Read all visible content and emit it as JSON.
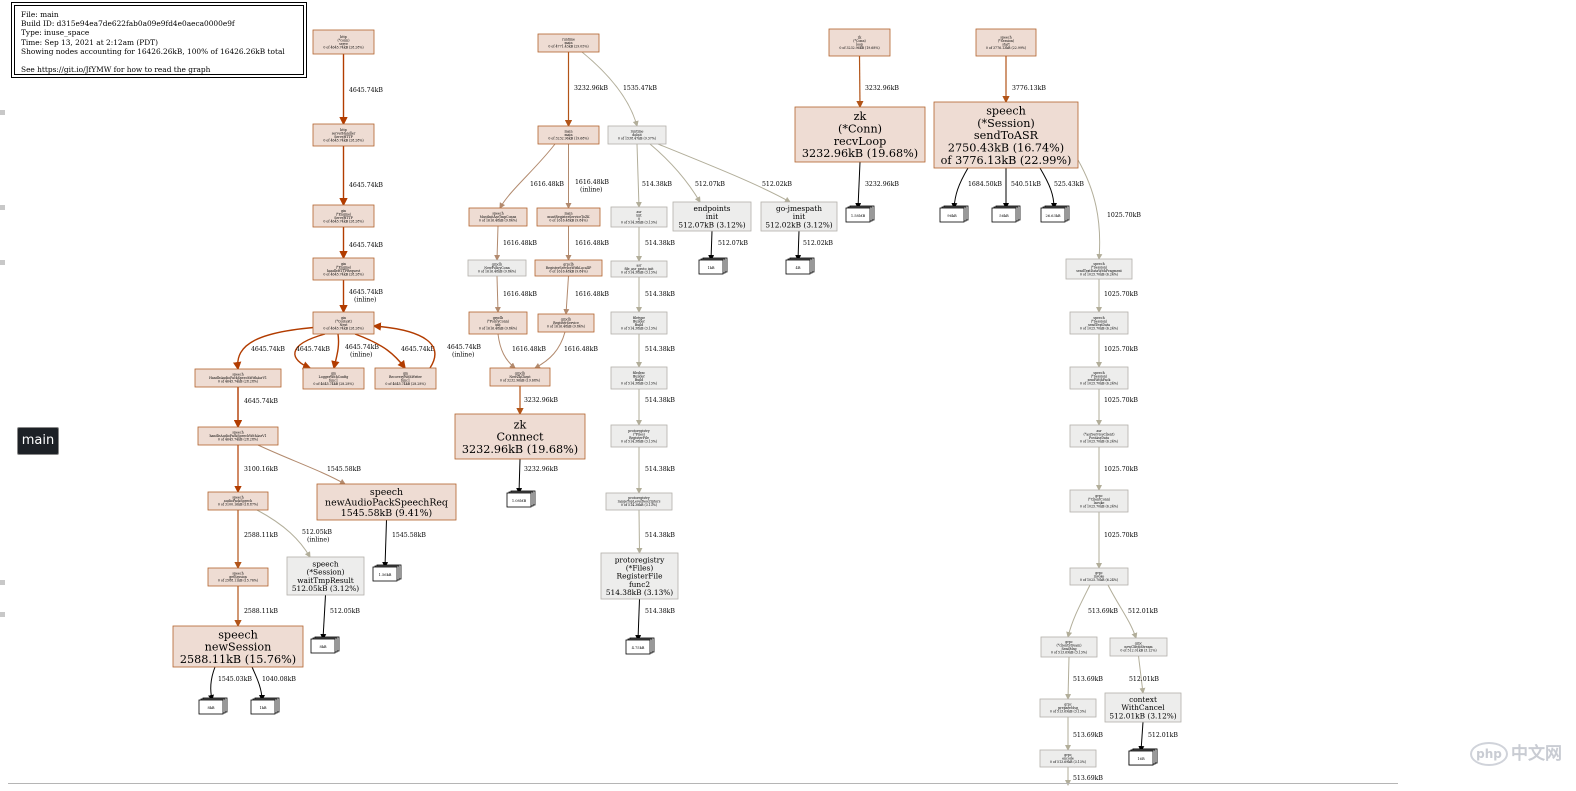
{
  "legend": {
    "file": "File: main",
    "build_id": "Build ID: d315e94ea7de622fab0a09e9fd4e0aeca0000e9f",
    "type": "Type: inuse_space",
    "time": "Time: Sep 13, 2021 at 2:12am (PDT)",
    "showing": "Showing nodes accounting for 16426.26kB, 100% of 16426.26kB total",
    "help": "See https://git.io/JfYMW for how to read the graph"
  },
  "tooltip": {
    "label": "main"
  },
  "watermark": {
    "logo": "php",
    "text": "中文网"
  },
  "graph": {
    "node_colors": {
      "hot": "#eedcd3",
      "hot_border": "#b2622c",
      "cool": "#ededec",
      "cool_border": "#b2b0aa",
      "mid_border": "#b27a5a"
    },
    "edge_colors": {
      "hot": "#b23c00",
      "warm": "#b25418",
      "mid": "#b28a6e",
      "cool": "#b2ae9a"
    },
    "nodes": [
      {
        "id": "n1",
        "lines": [
          "http",
          "(*conn)",
          "serve",
          "0 of 4645.74kB (28.28%)"
        ]
      },
      {
        "id": "n2",
        "lines": [
          "http",
          "serverHandler",
          "ServeHTTP",
          "0 of 4645.74kB (28.28%)"
        ]
      },
      {
        "id": "n3",
        "lines": [
          "gin",
          "(*Engine)",
          "ServeHTTP",
          "0 of 4645.74kB (28.28%)"
        ]
      },
      {
        "id": "n4",
        "lines": [
          "gin",
          "(*Engine)",
          "handleHTTPRequest",
          "0 of 4645.74kB (28.28%)"
        ]
      },
      {
        "id": "n5",
        "lines": [
          "gin",
          "(*Context)",
          "Next",
          "0 of 4645.74kB (28.28%)"
        ]
      },
      {
        "id": "n6",
        "lines": [
          "speech",
          "HandleAudioPackSpeechWithAsrV1",
          "0 of 4645.74kB (28.28%)"
        ]
      },
      {
        "id": "n7",
        "lines": [
          "gin",
          "LoggerWithConfig",
          "func1",
          "0 of 4645.74kB (28.28%)"
        ]
      },
      {
        "id": "n8",
        "lines": [
          "gin",
          "RecoveryWithWriter",
          "func1",
          "0 of 4645.74kB (28.28%)"
        ]
      },
      {
        "id": "n9",
        "lines": [
          "speech",
          "handleAudioPackSpeechWithAsrV1",
          "0 of 4645.74kB (28.28%)"
        ]
      },
      {
        "id": "n10",
        "lines": [
          "speech",
          "audioPackSpeech",
          "0 of 3100.16kB (18.87%)"
        ]
      },
      {
        "id": "n11",
        "lines": [
          "speech",
          "newAudioPackSpeechReq",
          "1545.58kB (9.41%)"
        ]
      },
      {
        "id": "n12",
        "lines": [
          "speech",
          "getSession",
          "0 of 2588.11kB (15.76%)"
        ]
      },
      {
        "id": "n13",
        "lines": [
          "speech",
          "(*Session)",
          "waitTmpResult",
          "512.05kB (3.12%)"
        ]
      },
      {
        "id": "n14",
        "lines": [
          "speech",
          "newSession",
          "2588.11kB (15.76%)"
        ]
      },
      {
        "id": "n15",
        "lines": [
          "runtime",
          "main",
          "0 of 4771.43kB (29.05%)"
        ]
      },
      {
        "id": "n16",
        "lines": [
          "main",
          "main",
          "0 of 3232.96kB (19.68%)"
        ]
      },
      {
        "id": "n17",
        "lines": [
          "runtime",
          "doInit",
          "0 of 1538.47kB (9.37%)"
        ]
      },
      {
        "id": "n18",
        "lines": [
          "speech",
          "MustInitAsrTmpConns",
          "0 of 1616.48kB (9.84%)"
        ]
      },
      {
        "id": "n19",
        "lines": [
          "main",
          "mustRegisterServiceToZK",
          "0 of 1616.48kB (9.84%)"
        ]
      },
      {
        "id": "n20",
        "lines": [
          "grpclb",
          "NewPolicyConn",
          "0 of 1616.48kB (9.84%)"
        ]
      },
      {
        "id": "n21",
        "lines": [
          "grpclb",
          "RegisterServiceWithLocalIP",
          "0 of 1616.48kB (9.84%)"
        ]
      },
      {
        "id": "n22",
        "lines": [
          "grpclb",
          "(*PolicyConn)",
          "init",
          "0 of 1616.48kB (9.84%)"
        ]
      },
      {
        "id": "n23",
        "lines": [
          "grpclb",
          "RegisterService",
          "0 of 1616.48kB (9.84%)"
        ]
      },
      {
        "id": "n24",
        "lines": [
          "grpclb",
          "NewZkClient",
          "0 of 3232.96kB (19.68%)"
        ]
      },
      {
        "id": "n25",
        "lines": [
          "zk",
          "Connect",
          "3232.96kB (19.68%)"
        ]
      },
      {
        "id": "n26",
        "lines": [
          "asr",
          "init",
          "0",
          "0 of 514.38kB (3.13%)"
        ]
      },
      {
        "id": "n27",
        "lines": [
          "asr",
          "file_asr_proto_init",
          "0 of 514.38kB (3.13%)"
        ]
      },
      {
        "id": "n28",
        "lines": [
          "filetype",
          "Builder",
          "Build",
          "0 of 514.38kB (3.13%)"
        ]
      },
      {
        "id": "n29",
        "lines": [
          "filedesc",
          "Builder",
          "Build",
          "0 of 514.38kB (3.13%)"
        ]
      },
      {
        "id": "n30",
        "lines": [
          "protoregistry",
          "(*Files)",
          "RegisterFile",
          "0 of 514.38kB (3.13%)"
        ]
      },
      {
        "id": "n31",
        "lines": [
          "protoregistry",
          "rangeTopLevelDescriptors",
          "0 of 514.38kB (3.13%)"
        ]
      },
      {
        "id": "n32",
        "lines": [
          "protoregistry",
          "(*Files)",
          "RegisterFile",
          "func2",
          "514.38kB (3.13%)"
        ]
      },
      {
        "id": "n33",
        "lines": [
          "endpoints",
          "init",
          "512.07kB (3.12%)"
        ]
      },
      {
        "id": "n34",
        "lines": [
          "go-jmespath",
          "init",
          "512.02kB (3.12%)"
        ]
      },
      {
        "id": "n35",
        "lines": [
          "zk",
          "(*Conn)",
          "loop",
          "0 of 3232.96kB (19.68%)"
        ]
      },
      {
        "id": "n36",
        "lines": [
          "zk",
          "(*Conn)",
          "recvLoop",
          "3232.96kB (19.68%)"
        ]
      },
      {
        "id": "n37",
        "lines": [
          "speech",
          "(*Session)",
          "start",
          "0 of 3776.13kB (22.99%)"
        ]
      },
      {
        "id": "n38",
        "lines": [
          "speech",
          "(*Session)",
          "sendToASR",
          "2750.43kB (16.74%)",
          "of 3776.13kB (22.99%)"
        ]
      },
      {
        "id": "n39",
        "lines": [
          "speech",
          "(*Session)",
          "sendTextDataWithFragment",
          "0 of 1025.70kB (6.24%)"
        ]
      },
      {
        "id": "n40",
        "lines": [
          "speech",
          "(*Session)",
          "sendTextData",
          "0 of 1025.70kB (6.24%)"
        ]
      },
      {
        "id": "n41",
        "lines": [
          "speech",
          "(*Session)",
          "sendWithPack",
          "0 of 1025.70kB (6.24%)"
        ]
      },
      {
        "id": "n42",
        "lines": [
          "asr",
          "(*asrServiceClient)",
          "PostAsrData",
          "0 of 1025.70kB (6.24%)"
        ]
      },
      {
        "id": "n43",
        "lines": [
          "grpc",
          "(*ClientConn)",
          "Invoke",
          "0 of 1025.70kB (6.24%)"
        ]
      },
      {
        "id": "n44",
        "lines": [
          "grpc",
          "invoke",
          "0 of 1025.70kB (6.24%)"
        ]
      },
      {
        "id": "n45",
        "lines": [
          "grpc",
          "(*clientStream)",
          "SendMsg",
          "0 of 513.69kB (3.13%)"
        ]
      },
      {
        "id": "n46",
        "lines": [
          "grpc",
          "newClientStream",
          "0 of 512.01kB (3.12%)"
        ]
      },
      {
        "id": "n47",
        "lines": [
          "grpc",
          "prepareMsg",
          "0 of 513.69kB (3.13%)"
        ]
      },
      {
        "id": "n48",
        "lines": [
          "context",
          "WithCancel",
          "512.01kB (3.12%)"
        ]
      },
      {
        "id": "n49",
        "lines": [
          "grpc",
          "encode",
          "0 of 513.69kB (3.13%)"
        ]
      }
    ],
    "leaves": [
      {
        "id": "l1",
        "label": "8kB"
      },
      {
        "id": "l2",
        "label": "1kB"
      },
      {
        "id": "l3",
        "label": "1.56kB"
      },
      {
        "id": "l4",
        "label": "8kB"
      },
      {
        "id": "l5",
        "label": "1.08MB"
      },
      {
        "id": "l6",
        "label": "1kB"
      },
      {
        "id": "l7",
        "label": "4.75kB"
      },
      {
        "id": "l8",
        "label": "1kB"
      },
      {
        "id": "l9",
        "label": "4B"
      },
      {
        "id": "l10",
        "label": "1.58MB"
      },
      {
        "id": "l11",
        "label": "96kB"
      },
      {
        "id": "l12",
        "label": "56kB"
      },
      {
        "id": "l13",
        "label": "26.63kB"
      },
      {
        "id": "l14",
        "label": "16B"
      }
    ],
    "edges": [
      {
        "id": "e1",
        "label": [
          "4645.74kB"
        ]
      },
      {
        "id": "e2",
        "label": [
          "4645.74kB"
        ]
      },
      {
        "id": "e3",
        "label": [
          "4645.74kB"
        ]
      },
      {
        "id": "e4",
        "label": [
          "4645.74kB",
          "(inline)"
        ]
      },
      {
        "id": "e5",
        "label": [
          "4645.74kB"
        ]
      },
      {
        "id": "e6",
        "label": [
          "4645.74kB"
        ]
      },
      {
        "id": "e7",
        "label": [
          "4645.74kB",
          "(inline)"
        ]
      },
      {
        "id": "e8",
        "label": [
          "4645.74kB"
        ]
      },
      {
        "id": "e9",
        "label": [
          "4645.74kB",
          "(inline)"
        ]
      },
      {
        "id": "e10",
        "label": [
          "4645.74kB"
        ]
      },
      {
        "id": "e11",
        "label": [
          "3100.16kB"
        ]
      },
      {
        "id": "e12",
        "label": [
          "1545.58kB"
        ]
      },
      {
        "id": "e13",
        "label": [
          "2588.11kB"
        ]
      },
      {
        "id": "e14",
        "label": [
          "512.05kB",
          "(inline)"
        ]
      },
      {
        "id": "e15",
        "label": [
          "2588.11kB"
        ]
      },
      {
        "id": "e16",
        "label": [
          "1545.03kB"
        ]
      },
      {
        "id": "e17",
        "label": [
          "1040.08kB"
        ]
      },
      {
        "id": "e18",
        "label": [
          "512.05kB"
        ]
      },
      {
        "id": "e19",
        "label": [
          "1545.58kB"
        ]
      },
      {
        "id": "e20",
        "label": [
          "3232.96kB"
        ]
      },
      {
        "id": "e21",
        "label": [
          "1535.47kB"
        ]
      },
      {
        "id": "e22",
        "label": [
          "1616.48kB"
        ]
      },
      {
        "id": "e23",
        "label": [
          "1616.48kB",
          "(inline)"
        ]
      },
      {
        "id": "e24",
        "label": [
          "1616.48kB"
        ]
      },
      {
        "id": "e25",
        "label": [
          "1616.48kB"
        ]
      },
      {
        "id": "e26",
        "label": [
          "1616.48kB"
        ]
      },
      {
        "id": "e27",
        "label": [
          "1616.48kB"
        ]
      },
      {
        "id": "e28",
        "label": [
          "1616.48kB"
        ]
      },
      {
        "id": "e29",
        "label": [
          "1616.48kB"
        ]
      },
      {
        "id": "e30",
        "label": [
          "3232.96kB"
        ]
      },
      {
        "id": "e31",
        "label": [
          "3232.96kB"
        ]
      },
      {
        "id": "e32",
        "label": [
          "514.38kB"
        ]
      },
      {
        "id": "e33",
        "label": [
          "512.07kB"
        ]
      },
      {
        "id": "e34",
        "label": [
          "512.02kB"
        ]
      },
      {
        "id": "e35",
        "label": [
          "514.38kB"
        ]
      },
      {
        "id": "e36",
        "label": [
          "514.38kB"
        ]
      },
      {
        "id": "e37",
        "label": [
          "514.38kB"
        ]
      },
      {
        "id": "e38",
        "label": [
          "514.38kB"
        ]
      },
      {
        "id": "e39",
        "label": [
          "514.38kB"
        ]
      },
      {
        "id": "e40",
        "label": [
          "514.38kB"
        ]
      },
      {
        "id": "e41",
        "label": [
          "514.38kB"
        ]
      },
      {
        "id": "e42",
        "label": [
          "512.07kB"
        ]
      },
      {
        "id": "e43",
        "label": [
          "512.02kB"
        ]
      },
      {
        "id": "e44",
        "label": [
          "3232.96kB"
        ]
      },
      {
        "id": "e45",
        "label": [
          "3232.96kB"
        ]
      },
      {
        "id": "e46",
        "label": [
          "3776.13kB"
        ]
      },
      {
        "id": "e47",
        "label": [
          "1684.50kB"
        ]
      },
      {
        "id": "e48",
        "label": [
          "540.51kB"
        ]
      },
      {
        "id": "e49",
        "label": [
          "525.43kB"
        ]
      },
      {
        "id": "e50",
        "label": [
          "1025.70kB"
        ]
      },
      {
        "id": "e51",
        "label": [
          "1025.70kB"
        ]
      },
      {
        "id": "e52",
        "label": [
          "1025.70kB"
        ]
      },
      {
        "id": "e53",
        "label": [
          "1025.70kB"
        ]
      },
      {
        "id": "e54",
        "label": [
          "1025.70kB"
        ]
      },
      {
        "id": "e55",
        "label": [
          "1025.70kB"
        ]
      },
      {
        "id": "e56",
        "label": [
          "513.69kB"
        ]
      },
      {
        "id": "e57",
        "label": [
          "512.01kB"
        ]
      },
      {
        "id": "e58",
        "label": [
          "513.69kB"
        ]
      },
      {
        "id": "e59",
        "label": [
          "512.01kB"
        ]
      },
      {
        "id": "e60",
        "label": [
          "513.69kB"
        ]
      },
      {
        "id": "e61",
        "label": [
          "512.01kB"
        ]
      },
      {
        "id": "e62",
        "label": [
          "513.69kB"
        ]
      }
    ]
  }
}
